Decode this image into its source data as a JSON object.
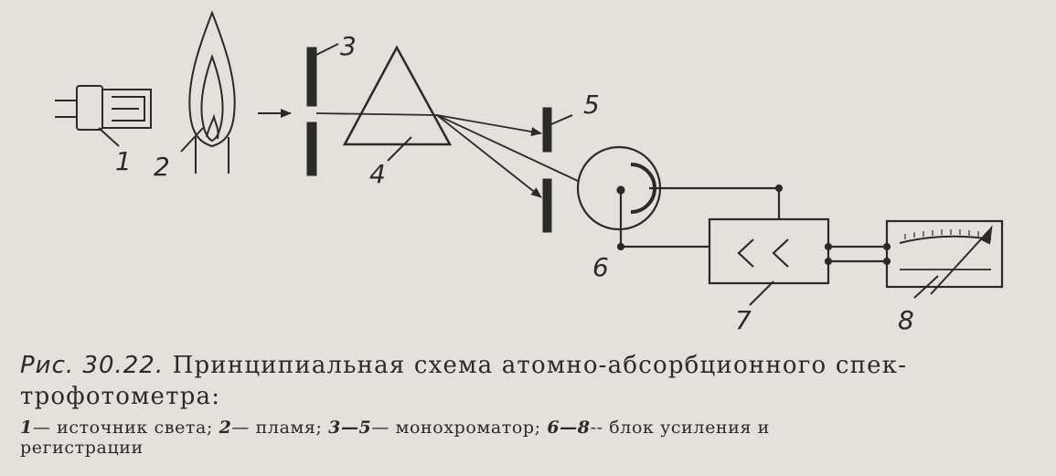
{
  "diagram": {
    "labels": {
      "l1": "1",
      "l2": "2",
      "l3": "3",
      "l4": "4",
      "l5": "5",
      "l6": "6",
      "l7": "7",
      "l8": "8"
    }
  },
  "caption": {
    "figure_number": "Рис. 30.22.",
    "title_line1": "Принципиальная схема атомно-абсорбционного спек-",
    "title_line2": "трофотометра:",
    "legend_line1": {
      "n1": "1",
      "t1": "— источник света;",
      "n2": "2",
      "t2": "— пламя;",
      "n3": "3—5",
      "t3": "— монохроматор;",
      "n4": "6—8",
      "t4": "-- блок усиления и"
    },
    "legend_line2": "регистрации"
  }
}
